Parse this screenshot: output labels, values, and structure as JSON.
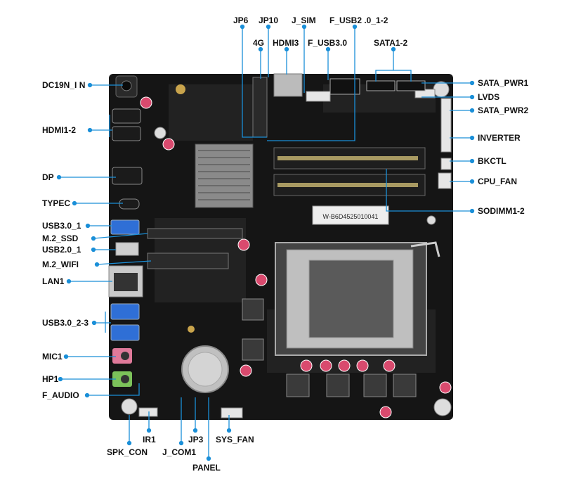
{
  "colors": {
    "leader": "#1a8fd8",
    "board": "#141414",
    "text": "#111111"
  },
  "board": {
    "sticker_text": "W-B6D4525010041"
  },
  "labels": {
    "left": [
      "DC19N_I N",
      "HDMI1-2",
      "DP",
      "TYPEC",
      "USB3.0_1",
      "M.2_SSD",
      "USB2.0_1",
      "M.2_WIFI",
      "LAN1",
      "USB3.0_2-3",
      "MIC1",
      "HP1",
      "F_AUDIO"
    ],
    "top": [
      "JP6",
      "JP10",
      "J_SIM",
      "F_USB2 .0_1-2",
      "4G",
      "HDMI3",
      "F_USB3.0",
      "SATA1-2"
    ],
    "right": [
      "SATA_PWR1",
      "LVDS",
      "SATA_PWR2",
      "INVERTER",
      "BKCTL",
      "CPU_FAN",
      "SODIMM1-2"
    ],
    "bottom": [
      "IR1",
      "SPK_CON",
      "JP3",
      "J_COM1",
      "SYS_FAN",
      "PANEL"
    ]
  }
}
